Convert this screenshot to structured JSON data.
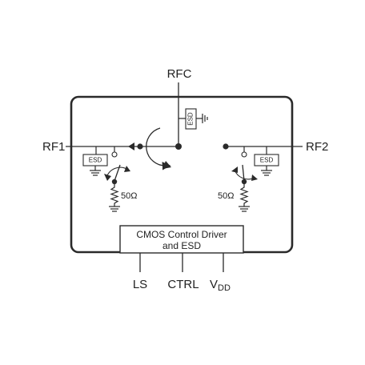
{
  "pins": {
    "rfc": "RFC",
    "rf1": "RF1",
    "rf2": "RF2",
    "ls": "LS",
    "ctrl": "CTRL",
    "vdd": "V",
    "vdd_sub": "DD"
  },
  "blocks": {
    "esd_top": "ESD",
    "esd_left": "ESD",
    "esd_right": "ESD",
    "control_line1": "CMOS Control Driver",
    "control_line2": "and ESD"
  },
  "terminations": {
    "left": "50Ω",
    "right": "50Ω"
  },
  "colors": {
    "stroke": "#2a2a2a",
    "box_fill": "#ffffff",
    "background": "#ffffff"
  }
}
